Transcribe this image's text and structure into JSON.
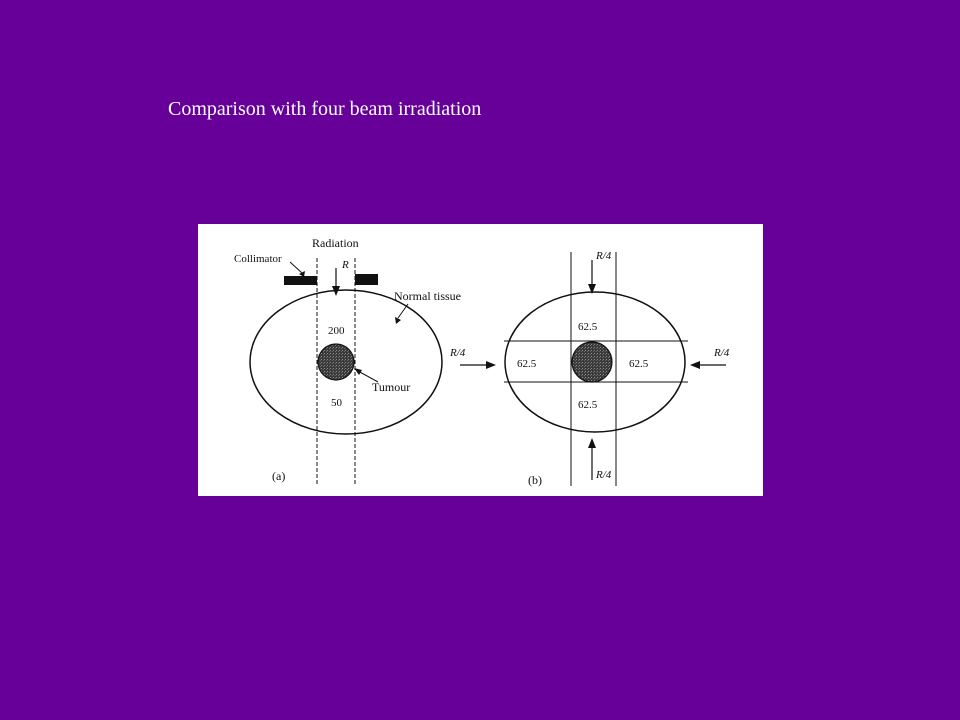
{
  "slide": {
    "title": "Comparison with four beam irradiation"
  },
  "figure": {
    "panel_a": {
      "caption": "(a)",
      "labels": {
        "radiation": "Radiation",
        "collimator": "Collimator",
        "beam": "R",
        "normal_tissue": "Normal tissue",
        "tumour": "Tumour",
        "dose_upper": "200",
        "dose_lower": "50"
      }
    },
    "panel_b": {
      "caption": "(b)",
      "labels": {
        "beam_top": "R/4",
        "beam_bottom": "R/4",
        "beam_left": "R/4",
        "beam_right": "R/4",
        "dose_top": "62.5",
        "dose_bottom": "62.5",
        "dose_left": "62.5",
        "dose_right": "62.5"
      }
    }
  }
}
